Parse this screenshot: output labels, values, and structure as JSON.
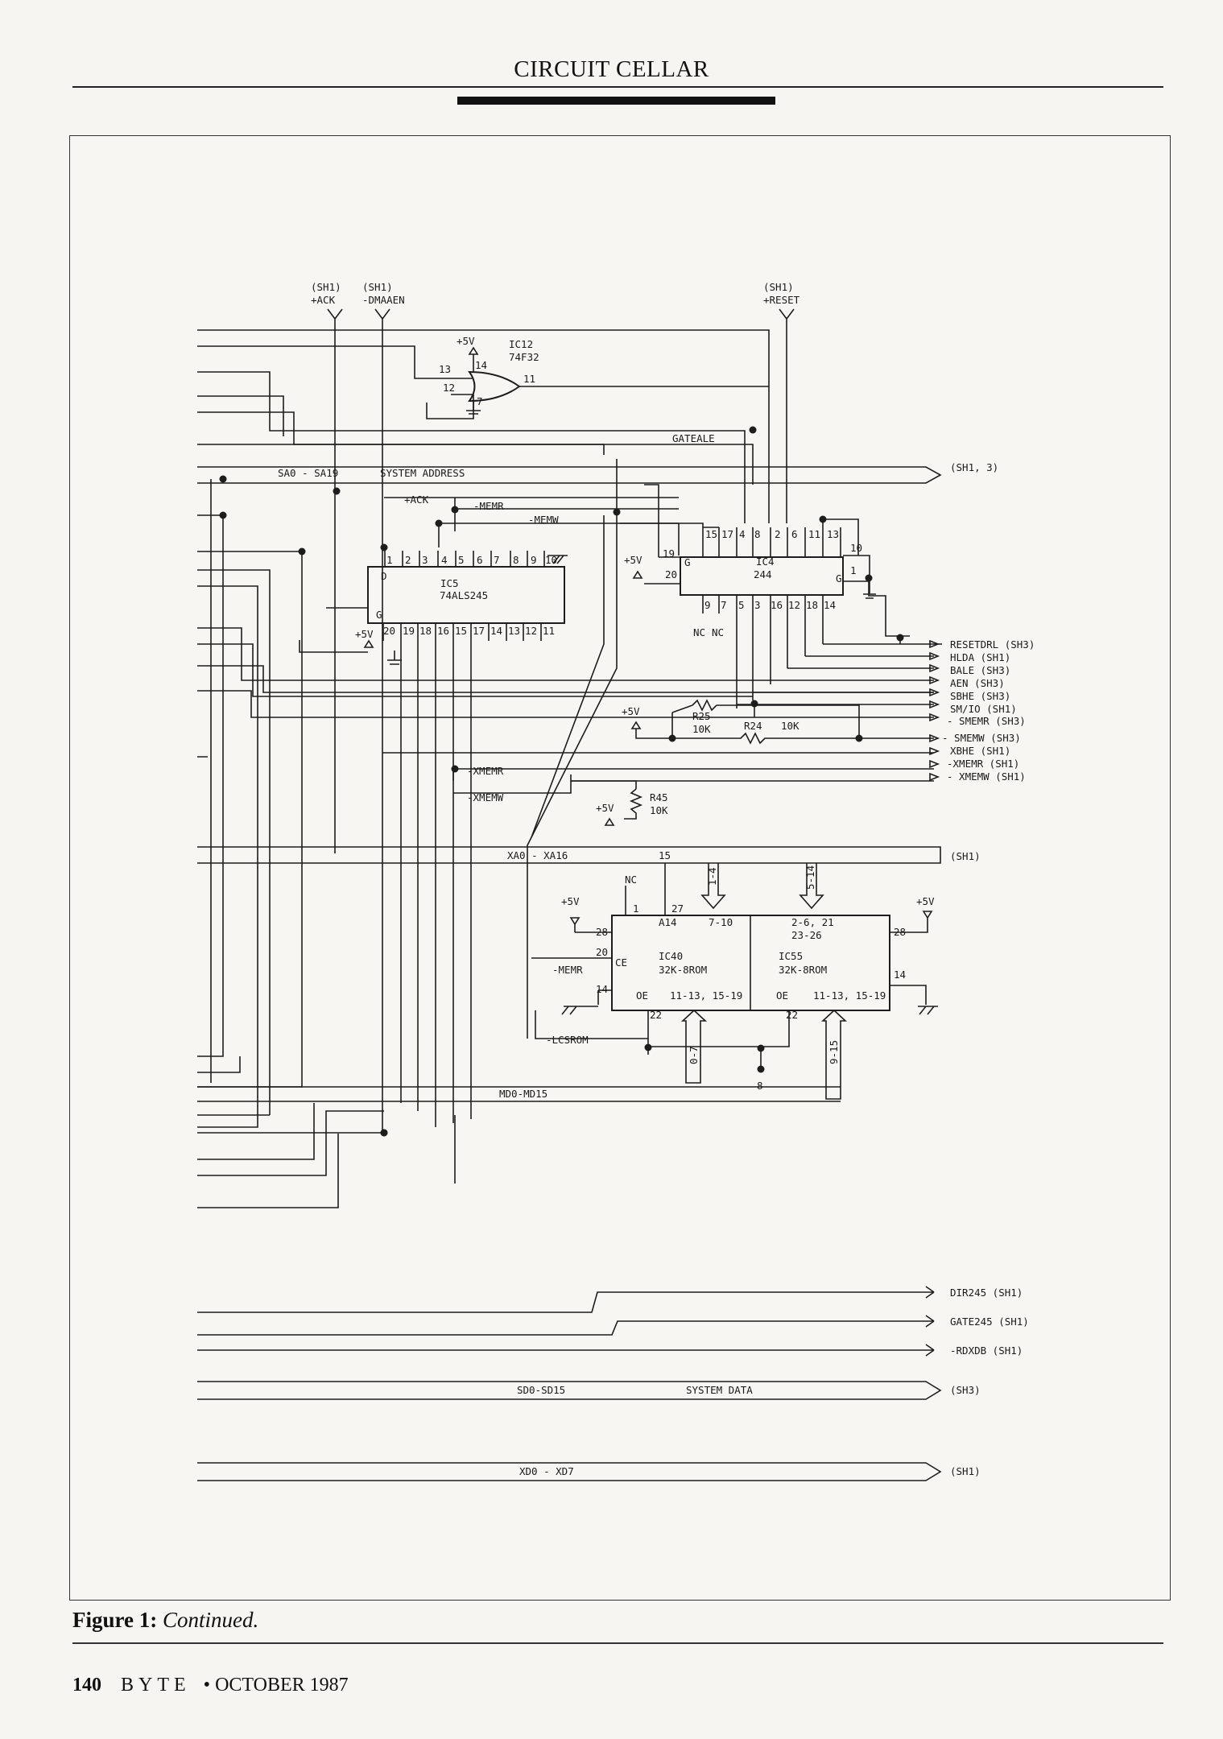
{
  "header": {
    "title": "CIRCUIT CELLAR"
  },
  "caption": {
    "prefix": "Figure 1:",
    "text": "Continued."
  },
  "footer": {
    "page": "140",
    "magazine": "BYTE",
    "separator": "•",
    "issue": "OCTOBER 1987"
  },
  "schematic": {
    "top_inputs": [
      "(SH1)",
      "+ACK",
      "(SH1)",
      "-DMAAEN",
      "(SH1)",
      "+RESET"
    ],
    "ic12": {
      "name": "IC12",
      "part": "74F32",
      "supply": "+5V",
      "pins": [
        "13",
        "14",
        "12",
        "11",
        "7"
      ]
    },
    "gateale": "GATEALE",
    "address_bus": {
      "label": "SA0 - SA19",
      "desc": "SYSTEM ADDRESS",
      "dest": "(SH1, 3)"
    },
    "ic5": {
      "name": "IC5",
      "part": "74ALS245",
      "supply": "+5V",
      "pin_d": "D",
      "pin_g": "G",
      "top_pins": [
        "1",
        "2",
        "3",
        "4",
        "5",
        "6",
        "7",
        "8",
        "9",
        "10"
      ],
      "bottom_pins": [
        "20",
        "19",
        "18",
        "16",
        "15",
        "17",
        "14",
        "13",
        "12",
        "11"
      ]
    },
    "ic5_signals": [
      "+ACK",
      "-MEMR",
      "-MEMW"
    ],
    "ic4": {
      "name": "IC4",
      "part": "244",
      "supply": "+5V",
      "g": "G",
      "top_pins": [
        "15",
        "17",
        "4",
        "8",
        "2",
        "6",
        "11",
        "13"
      ],
      "bottom_pins": [
        "9",
        "7",
        "5",
        "3",
        "16",
        "12",
        "18",
        "14"
      ],
      "side_pins": [
        "19",
        "20",
        "10",
        "1"
      ],
      "nc": [
        "NC",
        "NC"
      ]
    },
    "outputs_right": [
      "RESETDRL (SH3)",
      "HLDA (SH1)",
      "BALE (SH3)",
      "AEN (SH3)",
      "SBHE (SH3)",
      "SM/IO (SH1)",
      "- SMEMR (SH3)",
      "- SMEMW (SH3)",
      "XBHE (SH1)",
      "-XMEMR (SH1)",
      "- XMEMW (SH1)"
    ],
    "resistors": [
      {
        "name": "R25",
        "value": "10K"
      },
      {
        "name": "R24",
        "value": "10K"
      },
      {
        "name": "R45",
        "value": "10K"
      }
    ],
    "supply_label": "+5V",
    "xmem_signals": [
      "-XMEMR",
      "-XMEMW"
    ],
    "x_address_bus": {
      "label": "XA0 - XA16",
      "pin": "15",
      "dest": "(SH1)"
    },
    "ic40": {
      "name": "IC40",
      "part": "32K-8ROM",
      "pins": [
        "NC",
        "1",
        "27",
        "28",
        "20",
        "14",
        "22",
        "A14",
        "7-10",
        "CE",
        "OE",
        "11-13, 15-19"
      ],
      "bus_taps": [
        "1-4",
        "0-7"
      ]
    },
    "ic55": {
      "name": "IC55",
      "part": "32K-8ROM",
      "pins": [
        "2-6, 21",
        "23-26",
        "28",
        "14",
        "22",
        "OE",
        "11-13, 15-19"
      ],
      "bus_taps": [
        "5-14",
        "9-15",
        "8"
      ]
    },
    "rom_signals": [
      "-MEMR",
      "-LCSROM"
    ],
    "memory_data_bus": {
      "label": "MD0-MD15"
    },
    "left_inputs": [
      "DIR245 (SH1)",
      "GATE245 (SH1)",
      "-RDXDB (SH1)"
    ],
    "system_data_bus": {
      "label": "SD0-SD15",
      "desc": "SYSTEM DATA",
      "dest": "(SH3)"
    },
    "x_data_bus": {
      "label": "XD0 - XD7",
      "dest": "(SH1)"
    }
  },
  "colors": {
    "ink": "#1d1d1d",
    "paper": "#f6f5f1"
  }
}
